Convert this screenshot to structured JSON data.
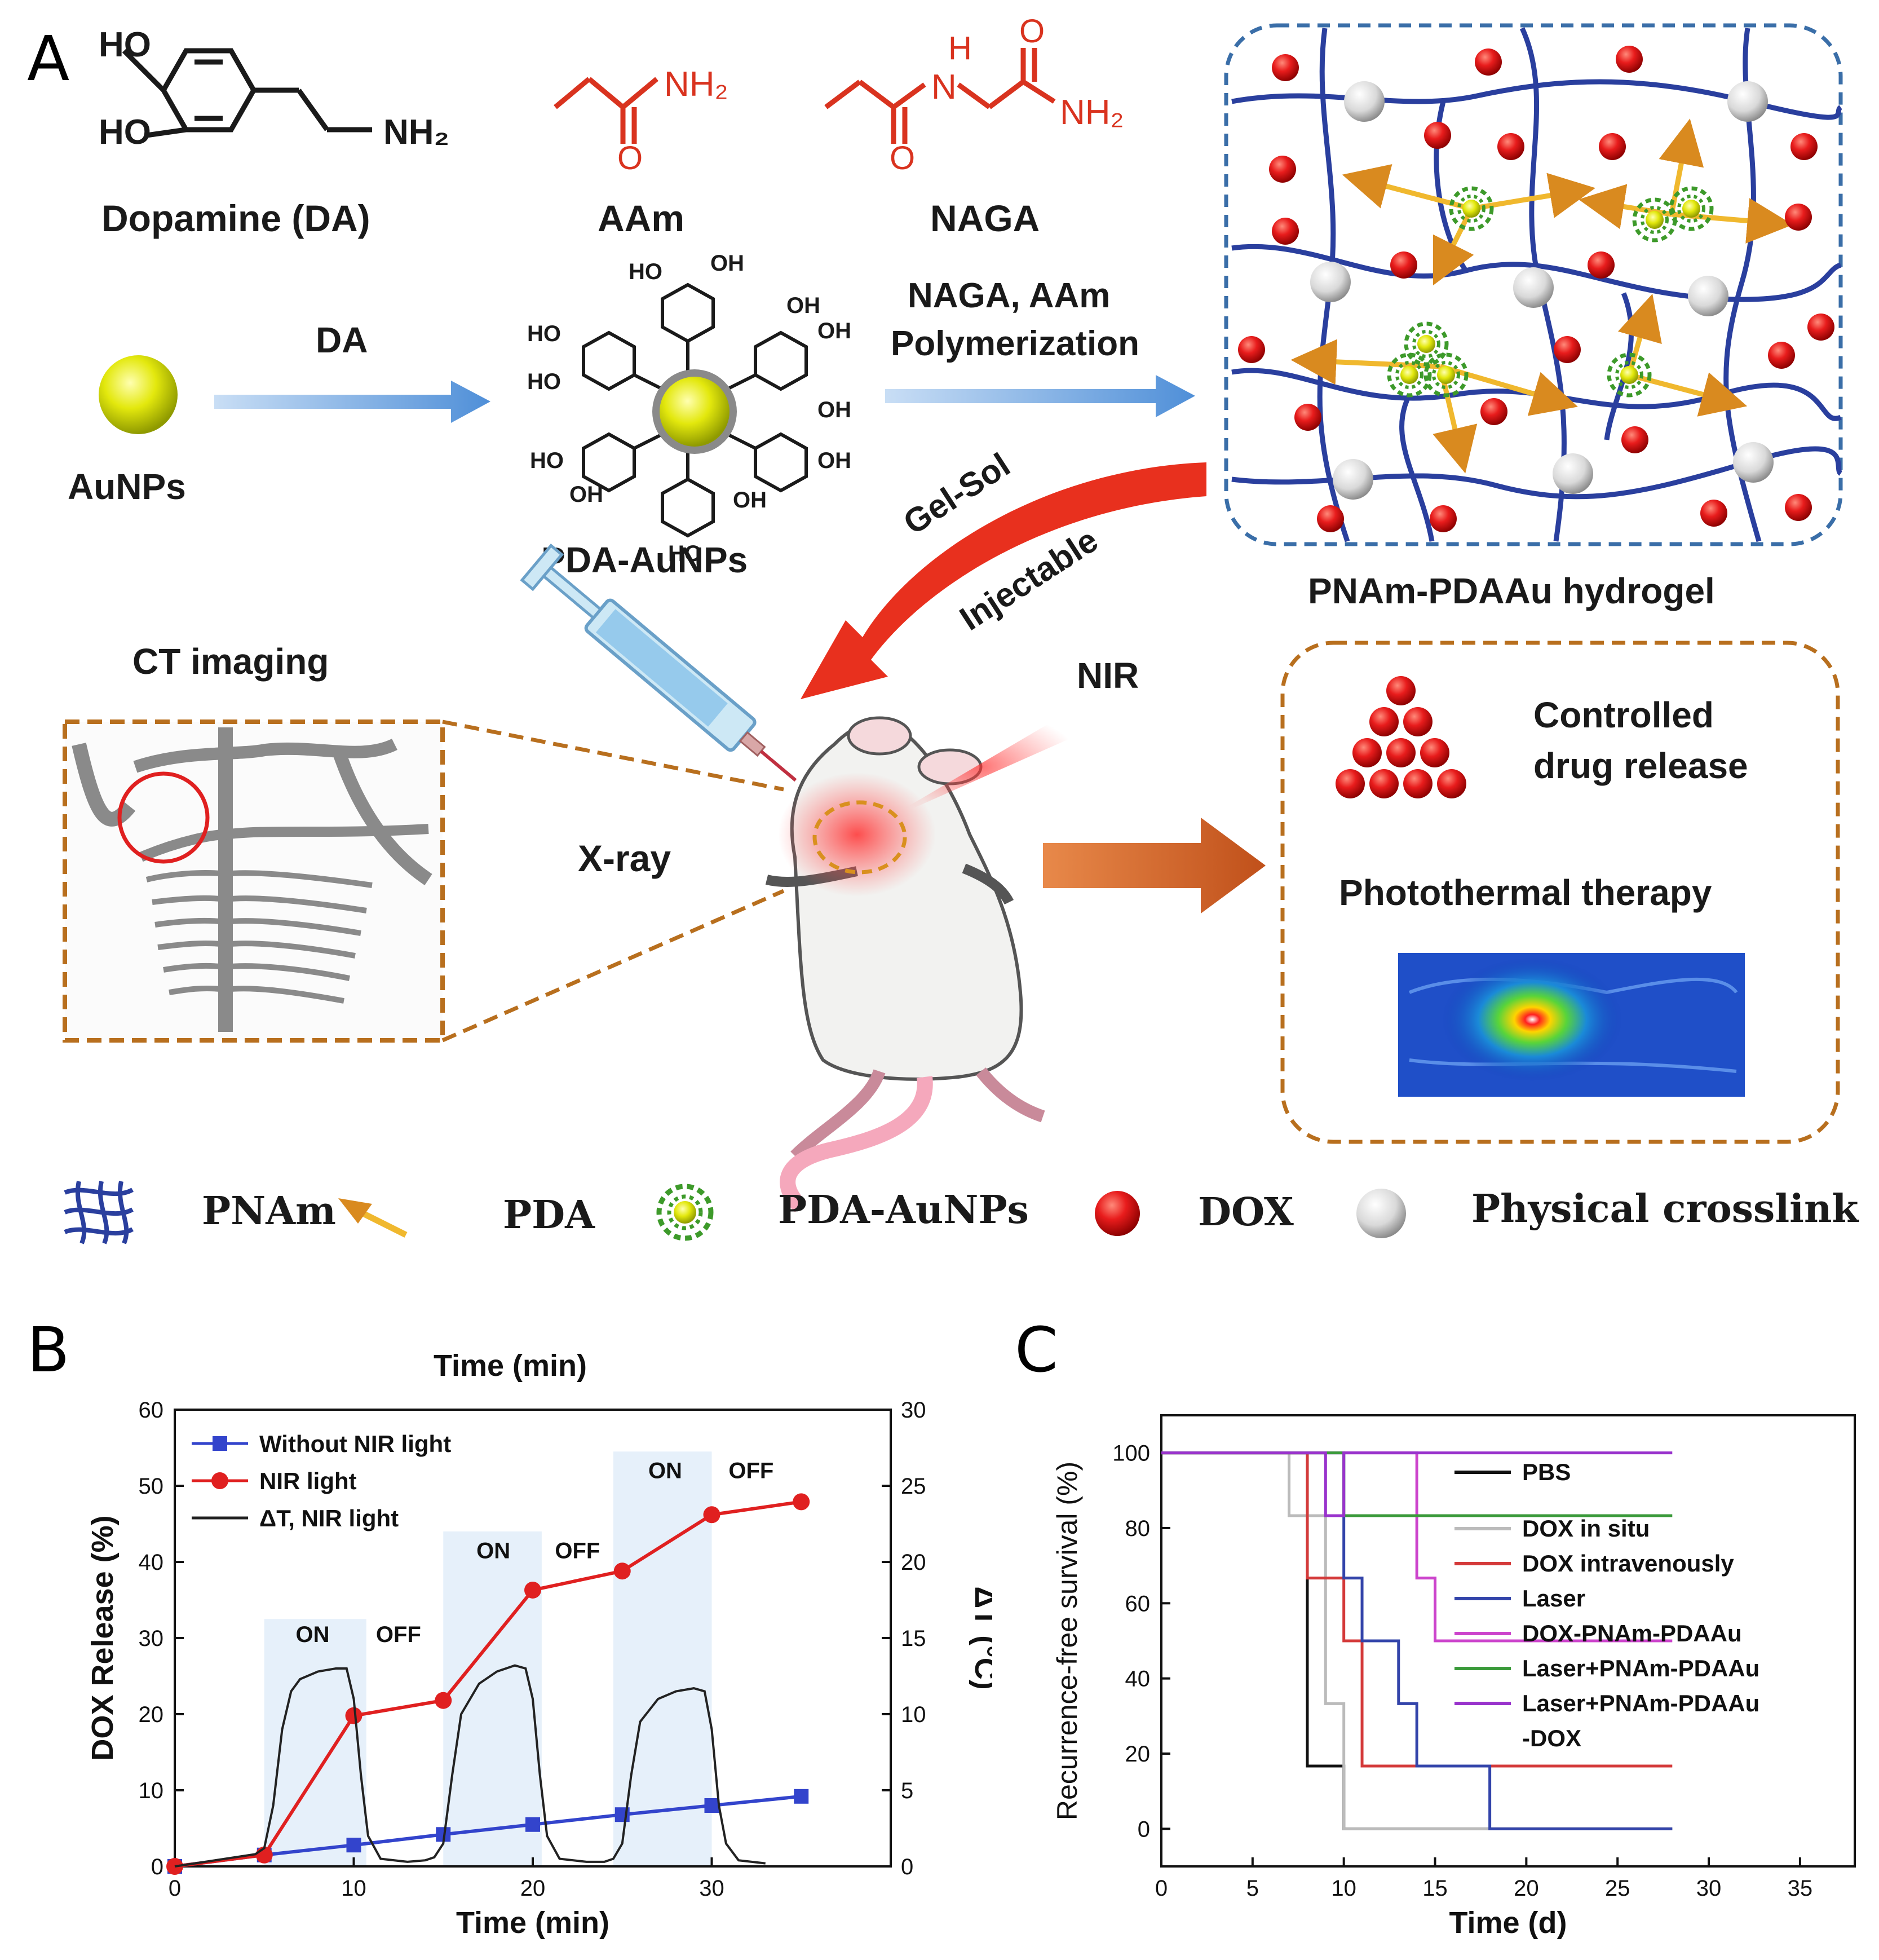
{
  "panels": {
    "a": "A",
    "b": "B",
    "c": "C"
  },
  "molecules": {
    "dopamine": {
      "name": "Dopamine (DA)",
      "oh1": "HO",
      "oh2": "HO",
      "amine": "NH₂"
    },
    "aam": {
      "name": "AAm",
      "amine": "NH₂",
      "oxygen": "O"
    },
    "naga": {
      "name": "NAGA",
      "nh": "H",
      "n": "N",
      "amine": "NH₂",
      "oxygen1": "O",
      "oxygen2": "O"
    }
  },
  "scheme": {
    "aunps_label": "AuNPs",
    "da_arrow_label": "DA",
    "pda_aunps_label": "PDA-AuNPs",
    "pda_oh": "OH",
    "pda_ho": "HO",
    "polymerization_line1": "NAGA, AAm",
    "polymerization_line2": "Polymerization",
    "hydrogel_label": "PNAm-PDAAu hydrogel",
    "gel_sol": "Gel-Sol",
    "injectable": "Injectable",
    "ct_imaging": "CT imaging",
    "xray": "X-ray",
    "nir": "NIR",
    "controlled_line1": "Controlled",
    "controlled_line2": "drug release",
    "photothermal": "Photothermal therapy"
  },
  "legend": [
    {
      "label": "PNAm",
      "icon": "network-icon"
    },
    {
      "label": "PDA",
      "icon": "arrow-icon"
    },
    {
      "label": "PDA-AuNPs",
      "icon": "flower-nanoparticle-icon"
    },
    {
      "label": "DOX",
      "icon": "red-sphere-icon"
    },
    {
      "label": "Physical crosslink",
      "icon": "white-sphere-icon"
    }
  ],
  "colors": {
    "red_chem": "#d9331f",
    "blue_arrow": "#5b9bd5",
    "network_blue": "#2a3f9e",
    "dox_red": "#e01b1b",
    "pda_orange": "#d98a1f",
    "gold": "#e6e600",
    "dashed_blue": "#3a6ea8",
    "dashed_brown": "#b86f1e",
    "big_red_arrow": "#e8301e",
    "brown_arrow": "#c85a1a"
  },
  "chart_data": [
    {
      "type": "line",
      "panel": "B",
      "title": "Time (min)",
      "xlabel": "Time (min)",
      "ylabel": "DOX Release (%)",
      "y2label": "ΔT (°C)",
      "xlim": [
        0,
        40
      ],
      "ylim": [
        0,
        60
      ],
      "y2lim": [
        0,
        30
      ],
      "xticks": [
        0,
        10,
        20,
        30
      ],
      "yticks": [
        0,
        10,
        20,
        30,
        40,
        50,
        60
      ],
      "y2ticks": [
        0,
        5,
        10,
        15,
        20,
        25,
        30
      ],
      "on_windows": [
        [
          5,
          10.7
        ],
        [
          15,
          20.5
        ],
        [
          24.5,
          30
        ]
      ],
      "on_off_labels": [
        {
          "on": "ON",
          "off": "OFF",
          "on_x": 7.7,
          "off_x": 12.5,
          "y": 29.5
        },
        {
          "on": "ON",
          "off": "OFF",
          "on_x": 17.8,
          "off_x": 22.5,
          "y": 40.5
        },
        {
          "on": "ON",
          "off": "OFF",
          "on_x": 27.4,
          "off_x": 32.2,
          "y": 51
        }
      ],
      "series": [
        {
          "name": "Without NIR light",
          "color": "#3344cc",
          "marker": "square",
          "x": [
            0,
            5,
            10,
            15,
            20,
            25,
            30,
            35
          ],
          "y": [
            0,
            1.5,
            2.8,
            4.2,
            5.5,
            6.8,
            8,
            9.2
          ]
        },
        {
          "name": "NIR light",
          "color": "#e02020",
          "marker": "circle",
          "x": [
            0,
            5,
            10,
            15,
            20,
            25,
            30,
            35
          ],
          "y": [
            0,
            1.5,
            19.8,
            21.8,
            36.3,
            38.8,
            46.2,
            47.9
          ]
        },
        {
          "name": "ΔT, NIR light",
          "color": "#222222",
          "marker": "none",
          "axis": "right",
          "x": [
            0,
            4.5,
            5,
            5.5,
            6,
            6.5,
            7,
            8,
            9,
            9.6,
            10,
            10.4,
            10.8,
            11.5,
            13,
            14,
            14.5,
            15,
            15.5,
            16,
            17,
            18,
            19,
            19.6,
            20,
            20.4,
            20.8,
            21.5,
            23,
            24,
            24.5,
            25,
            25.5,
            26,
            27,
            28,
            29,
            29.6,
            30,
            30.4,
            30.8,
            31.5,
            33
          ],
          "y": [
            0,
            0.8,
            1.2,
            4,
            9,
            11.5,
            12.3,
            12.8,
            13,
            13,
            11,
            6,
            2,
            0.5,
            0.3,
            0.4,
            0.6,
            1.5,
            6,
            10,
            12,
            12.8,
            13.2,
            13,
            11,
            6,
            2,
            0.5,
            0.3,
            0.3,
            0.5,
            1.5,
            6,
            9.5,
            11,
            11.5,
            11.7,
            11.5,
            9,
            4,
            1.5,
            0.4,
            0.2
          ]
        }
      ],
      "legend_position": "top-left"
    },
    {
      "type": "line",
      "panel": "C",
      "xlabel": "Time (d)",
      "ylabel": "Recurrence-free survival (%)",
      "xlim": [
        0,
        38
      ],
      "ylim": [
        -10,
        110
      ],
      "xticks": [
        0,
        5,
        10,
        15,
        20,
        25,
        30,
        35
      ],
      "yticks": [
        0,
        20,
        40,
        60,
        80,
        100
      ],
      "series": [
        {
          "name": "PBS",
          "color": "#111111",
          "x": [
            0,
            8,
            8,
            10,
            10,
            28
          ],
          "y": [
            100,
            100,
            16.7,
            16.7,
            0,
            0
          ]
        },
        {
          "name": "DOX in situ",
          "color": "#bbbbbb",
          "x": [
            0,
            7,
            7,
            9,
            9,
            10,
            10,
            28
          ],
          "y": [
            100,
            100,
            83.3,
            83.3,
            33.3,
            33.3,
            0,
            0
          ]
        },
        {
          "name": "DOX intravenously",
          "color": "#d43a3a",
          "x": [
            0,
            8,
            8,
            10,
            10,
            11,
            11,
            28
          ],
          "y": [
            100,
            100,
            66.7,
            66.7,
            50,
            50,
            16.7,
            16.7
          ]
        },
        {
          "name": "Laser",
          "color": "#3344aa",
          "x": [
            0,
            10,
            10,
            11,
            11,
            12,
            12,
            13,
            13,
            14,
            14,
            18,
            18,
            28
          ],
          "y": [
            100,
            100,
            66.7,
            66.7,
            50,
            50,
            50,
            50,
            33.3,
            33.3,
            16.7,
            16.7,
            0,
            0
          ]
        },
        {
          "name": "DOX-PNAm-PDAAu",
          "color": "#cc44cc",
          "x": [
            0,
            14,
            14,
            15,
            15,
            28
          ],
          "y": [
            100,
            100,
            66.7,
            66.7,
            50,
            50
          ]
        },
        {
          "name": "Laser+PNAm-PDAAu",
          "color": "#3a9a3a",
          "x": [
            0,
            10,
            10,
            28
          ],
          "y": [
            100,
            100,
            83.3,
            83.3
          ]
        },
        {
          "name": "Laser+PNAm-PDAAu-DOX",
          "label_lines": [
            "Laser+PNAm-PDAAu",
            "-DOX"
          ],
          "color": "#9933cc",
          "x": [
            0,
            9,
            9,
            10,
            10,
            28
          ],
          "y": [
            100,
            100,
            83.3,
            83.3,
            100,
            100
          ]
        }
      ],
      "legend_position": "right"
    }
  ]
}
